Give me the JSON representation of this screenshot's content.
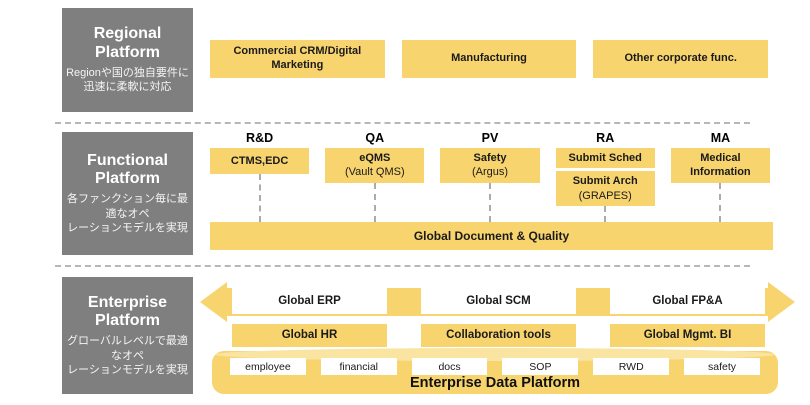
{
  "colors": {
    "panel_gray": "#7f7f7f",
    "accent_yellow": "#f8d46e",
    "cylinder_rim_yellow": "#fae4a2",
    "dash_gray": "#b7b7b7",
    "text_dark": "#1a1a1a",
    "text_white": "#ffffff"
  },
  "regional": {
    "title": "Regional Platform",
    "subtitle_line1": "Regionや国の独自要件に",
    "subtitle_line2": "迅速に柔軟に対応",
    "boxes": [
      "Commercial CRM/Digital Marketing",
      "Manufacturing",
      "Other corporate func."
    ]
  },
  "functional": {
    "title": "Functional Platform",
    "subtitle_line1": "各ファンクション毎に最適なオペ",
    "subtitle_line2": "レーションモデルを実現",
    "columns": [
      {
        "header": "R&D",
        "boxes": [
          {
            "main": "CTMS,EDC",
            "sub": ""
          }
        ]
      },
      {
        "header": "QA",
        "boxes": [
          {
            "main": "eQMS",
            "sub": "(Vault QMS)"
          }
        ]
      },
      {
        "header": "PV",
        "boxes": [
          {
            "main": "Safety",
            "sub": "(Argus)"
          }
        ]
      },
      {
        "header": "RA",
        "boxes": [
          {
            "main": "Submit Sched",
            "sub": ""
          },
          {
            "main": "Submit Arch",
            "sub": "(GRAPES)"
          }
        ]
      },
      {
        "header": "MA",
        "boxes": [
          {
            "main": "Medical",
            "sub": "Information"
          }
        ]
      }
    ],
    "bottom_bar": "Global Document & Quality"
  },
  "enterprise": {
    "title": "Enterprise Platform",
    "subtitle_line1": "グローバルレベルで最適なオペ",
    "subtitle_line2": "レーションモデルを実現",
    "arrow_row": [
      "Global ERP",
      "Global SCM",
      "Global FP&A"
    ],
    "tool_row": [
      "Global HR",
      "Collaboration tools",
      "Global Mgmt. BI"
    ],
    "data_platform": {
      "label": "Enterprise Data Platform",
      "stores": [
        "employee",
        "financial",
        "docs",
        "SOP",
        "RWD",
        "safety"
      ]
    }
  }
}
